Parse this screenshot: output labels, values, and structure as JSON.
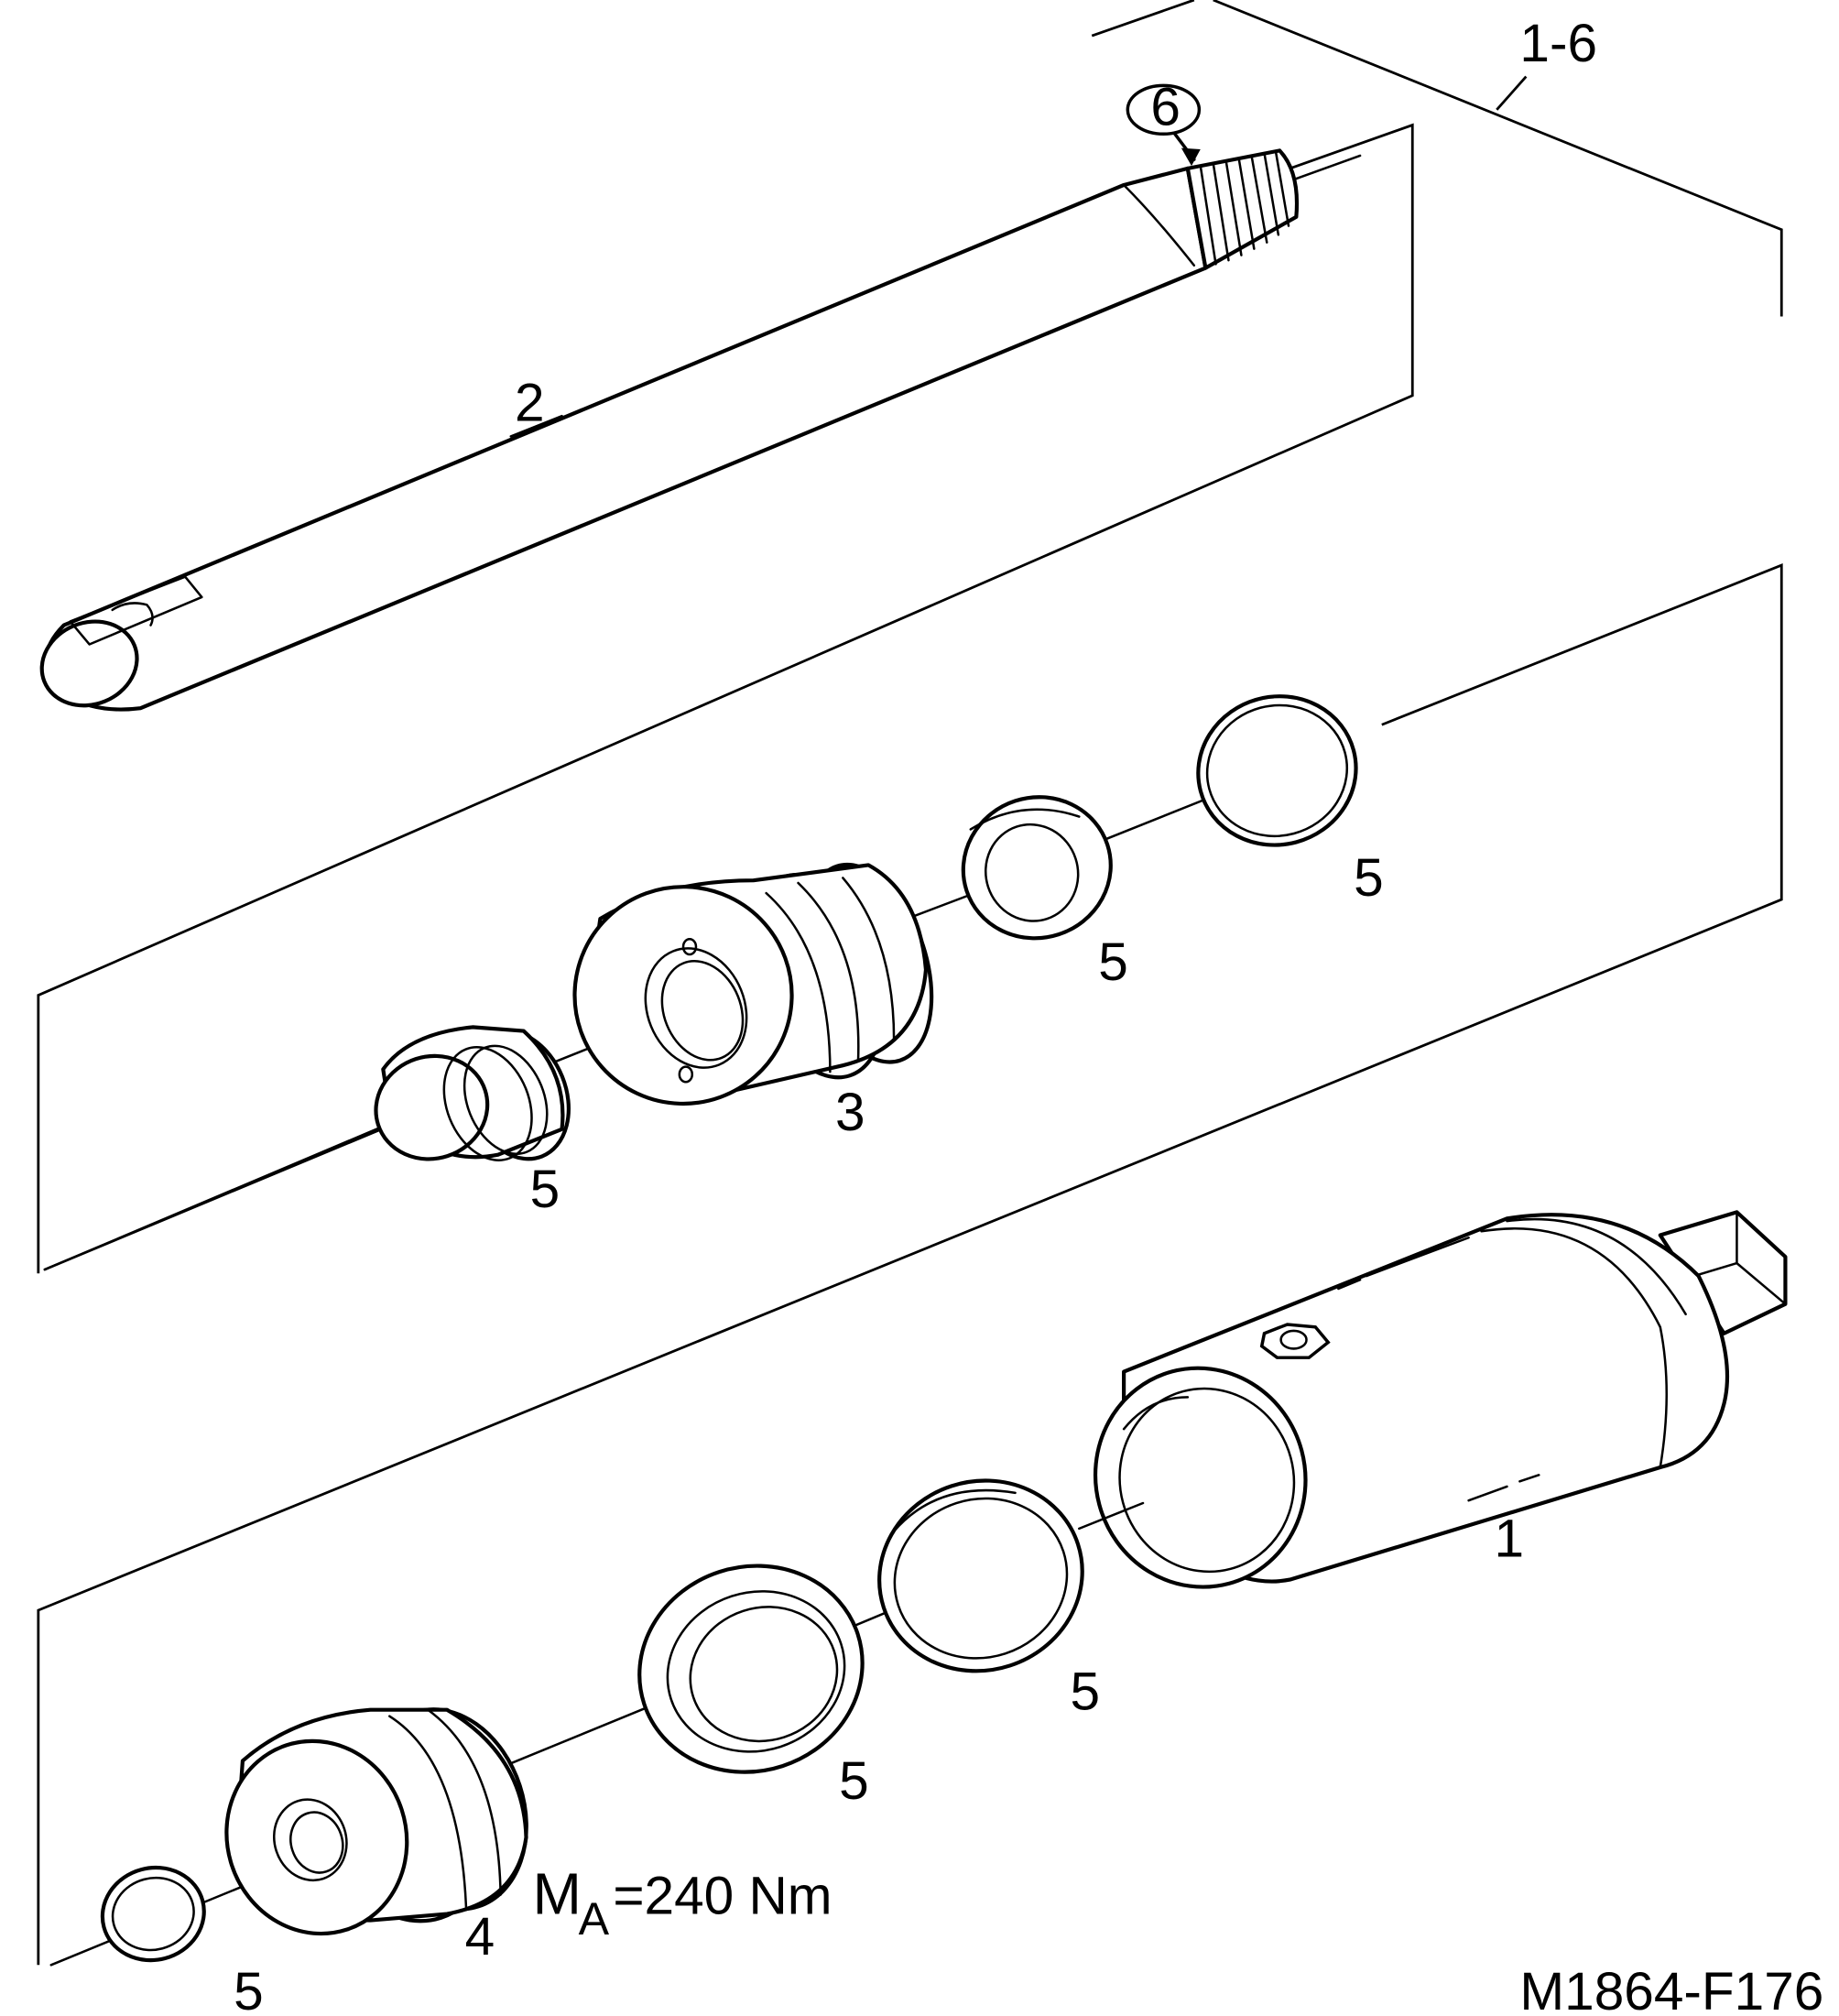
{
  "diagram": {
    "assembly_label": "1-6",
    "figure_id": "M1864-F176",
    "torque": {
      "symbol": "M",
      "subscript": "A",
      "value": "=240 Nm"
    },
    "callouts": {
      "part1": "1",
      "part2": "2",
      "part3": "3",
      "part4": "4",
      "part6": "6",
      "seal_a": "5",
      "seal_b": "5",
      "seal_c": "5",
      "seal_d": "5",
      "seal_e": "5",
      "seal_f": "5"
    }
  }
}
